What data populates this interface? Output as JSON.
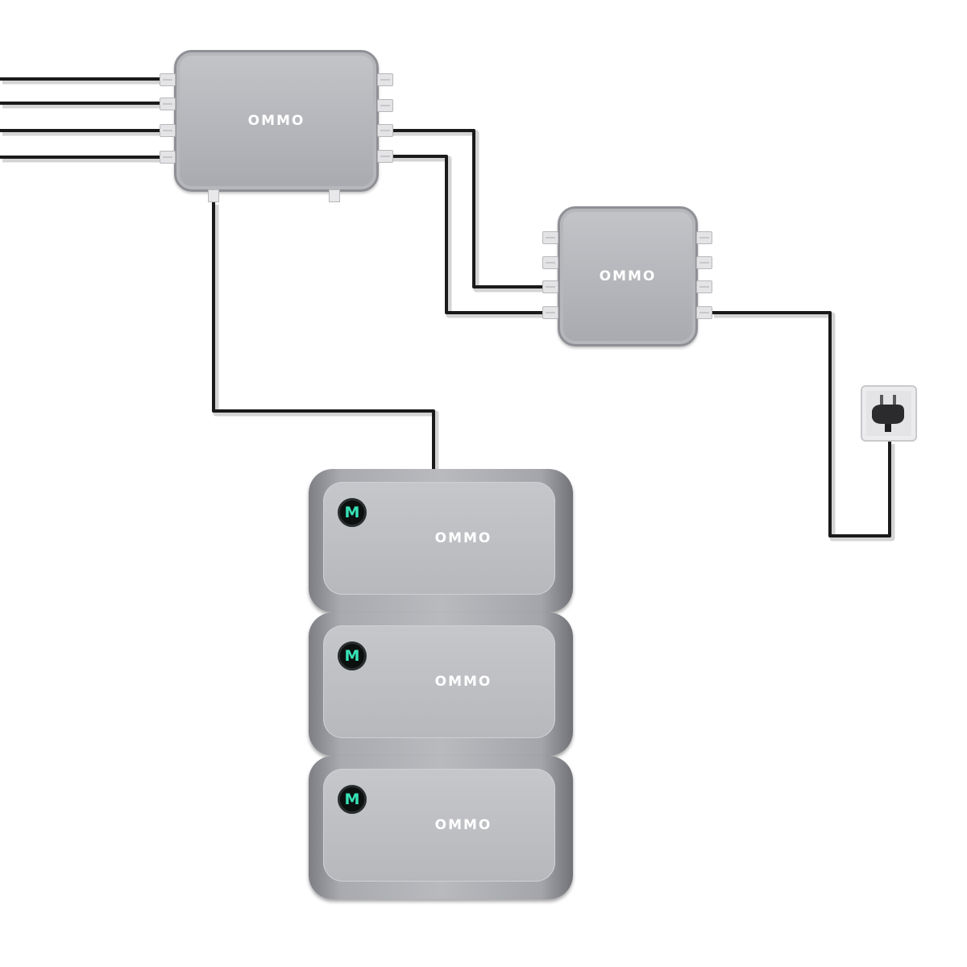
{
  "brand": "OMMO",
  "badge_letter": "M",
  "colors": {
    "cable": "#1a1a1a",
    "device_gray": "#b3b4b8",
    "badge_accent": "#37e3b7",
    "background": "#ffffff"
  },
  "devices": {
    "inverter_large": {
      "label": "OMMO"
    },
    "inverter_small": {
      "label": "OMMO"
    },
    "batteries": [
      {
        "label": "OMMO",
        "badge": "M"
      },
      {
        "label": "OMMO",
        "badge": "M"
      },
      {
        "label": "OMMO",
        "badge": "M"
      }
    ],
    "outlet": {
      "icon": "wall-outlet-icon",
      "plug_icon": "plug-icon"
    }
  }
}
